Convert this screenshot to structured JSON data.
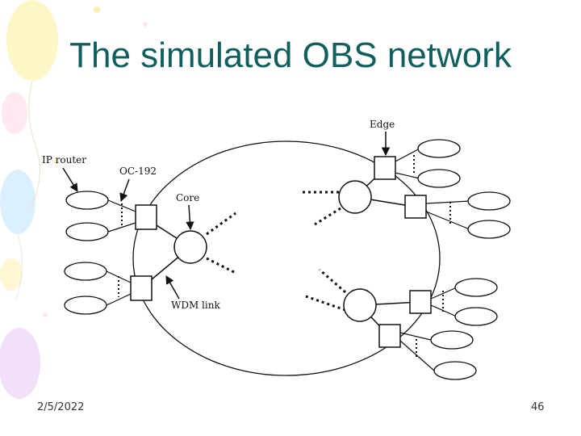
{
  "slide": {
    "title": "The simulated OBS network",
    "date": "2/5/2022",
    "page_number": "46"
  },
  "diagram": {
    "labels": {
      "edge": "Edge",
      "ip_router": "IP router",
      "oc192": "OC-192",
      "core": "Core",
      "wdm_link": "WDM link"
    }
  }
}
